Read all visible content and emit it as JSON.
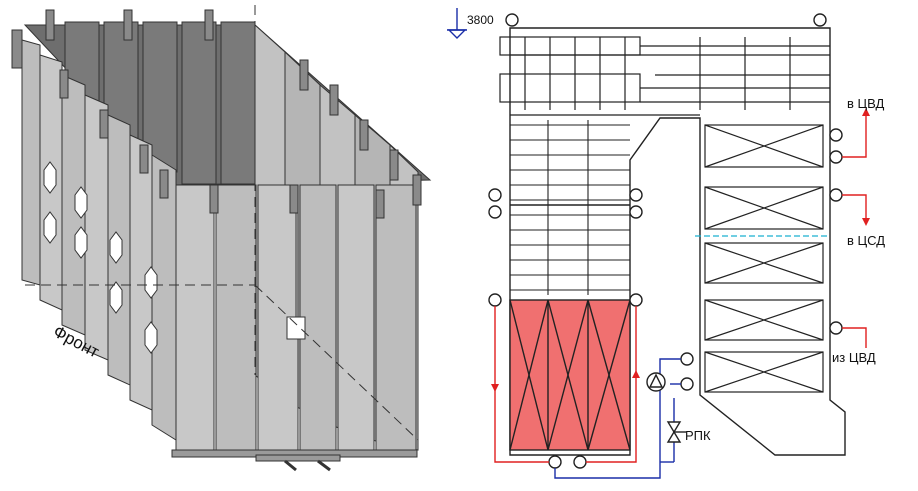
{
  "left_view": {
    "front_label": "Фронт"
  },
  "right_view": {
    "elevation_mark": "3800",
    "outlet_hp_label": "в ЦВД",
    "outlet_ip_label": "в ЦСД",
    "inlet_hp_label": "из ЦВД",
    "valve_label": "РПК"
  },
  "colors": {
    "panel_gray": "#bdbdbd",
    "panel_dark": "#6e6e6e",
    "furnace_red": "#f07070",
    "steam_red": "#e02020",
    "water_blue": "#1a2ea8",
    "divider_cyan": "#1ab0d0"
  }
}
